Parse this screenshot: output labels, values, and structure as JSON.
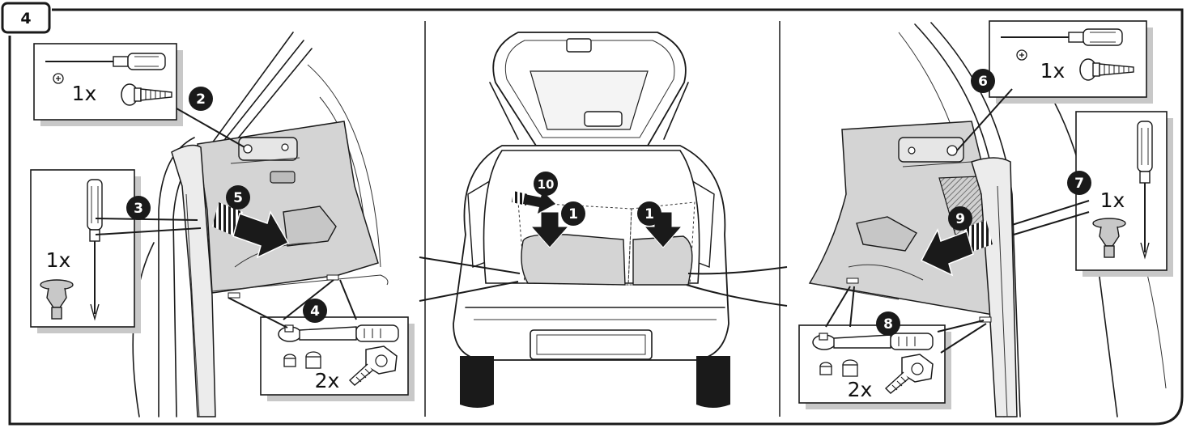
{
  "figure_number": "4",
  "steps": {
    "s1": "1",
    "s2": "2",
    "s3": "3",
    "s4": "4",
    "s5": "5",
    "s6": "6",
    "s7": "7",
    "s8": "8",
    "s9": "9",
    "s10": "10"
  },
  "quantities": {
    "screw_left": "1x",
    "clip_left": "1x",
    "bolts_left": "2x",
    "screw_right": "1x",
    "clip_right": "1x",
    "bolts_right": "2x"
  }
}
